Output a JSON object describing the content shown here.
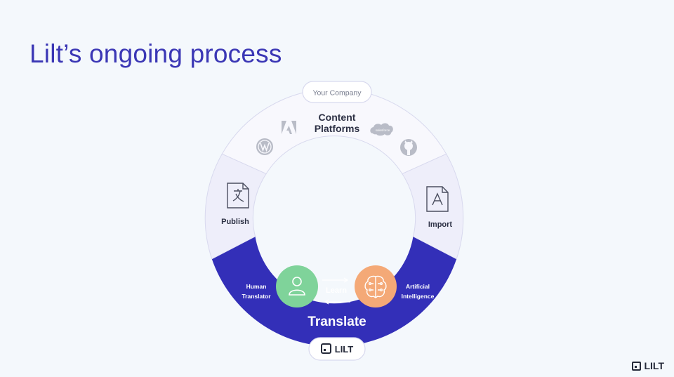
{
  "title": "Lilt’s ongoing process",
  "top_pill": "Your Company",
  "content_platforms": [
    "Content",
    "Platforms"
  ],
  "platform_icons": [
    "adobe-icon",
    "wordpress-icon",
    "salesforce-icon",
    "github-icon"
  ],
  "salesforce_text": "salesforce",
  "publish_label": "Publish",
  "import_label": "Import",
  "human_translator": [
    "Human",
    "Translator"
  ],
  "artificial_intelligence": [
    "Artificial",
    "Intelligence"
  ],
  "learn_label": "Learn",
  "translate_label": "Translate",
  "bottom_pill": "LILT",
  "corner_logo": "LILT",
  "colors": {
    "title": "#3b37b5",
    "ring_outer": "#f8f8fd",
    "ring_side": "#eeeefa",
    "ring_bottom": "#332fb8",
    "human_circle": "#7fd39a",
    "ai_circle": "#f4a977"
  }
}
